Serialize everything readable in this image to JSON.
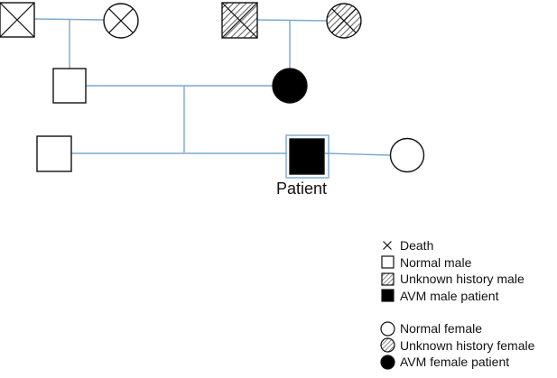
{
  "colors": {
    "line": "#7aa9cf",
    "stroke": "#111111",
    "fill_affected": "#000000",
    "fill_unknown": "#bdbdbd",
    "background": "#ffffff"
  },
  "pedigree": {
    "patient_label": "Patient"
  },
  "legend": {
    "death": {
      "icon": "cross-icon",
      "label": "Death"
    },
    "normal_male": {
      "icon": "empty-square-icon",
      "label": "Normal male"
    },
    "unknown_male": {
      "icon": "hatched-square-icon",
      "label": "Unknown history male"
    },
    "avm_male": {
      "icon": "filled-square-icon",
      "label": "AVM male patient"
    },
    "normal_female": {
      "icon": "empty-circle-icon",
      "label": "Normal female"
    },
    "unknown_female": {
      "icon": "hatched-circle-icon",
      "label": "Unknown history female"
    },
    "avm_female": {
      "icon": "filled-circle-icon",
      "label": "AVM female patient"
    }
  }
}
